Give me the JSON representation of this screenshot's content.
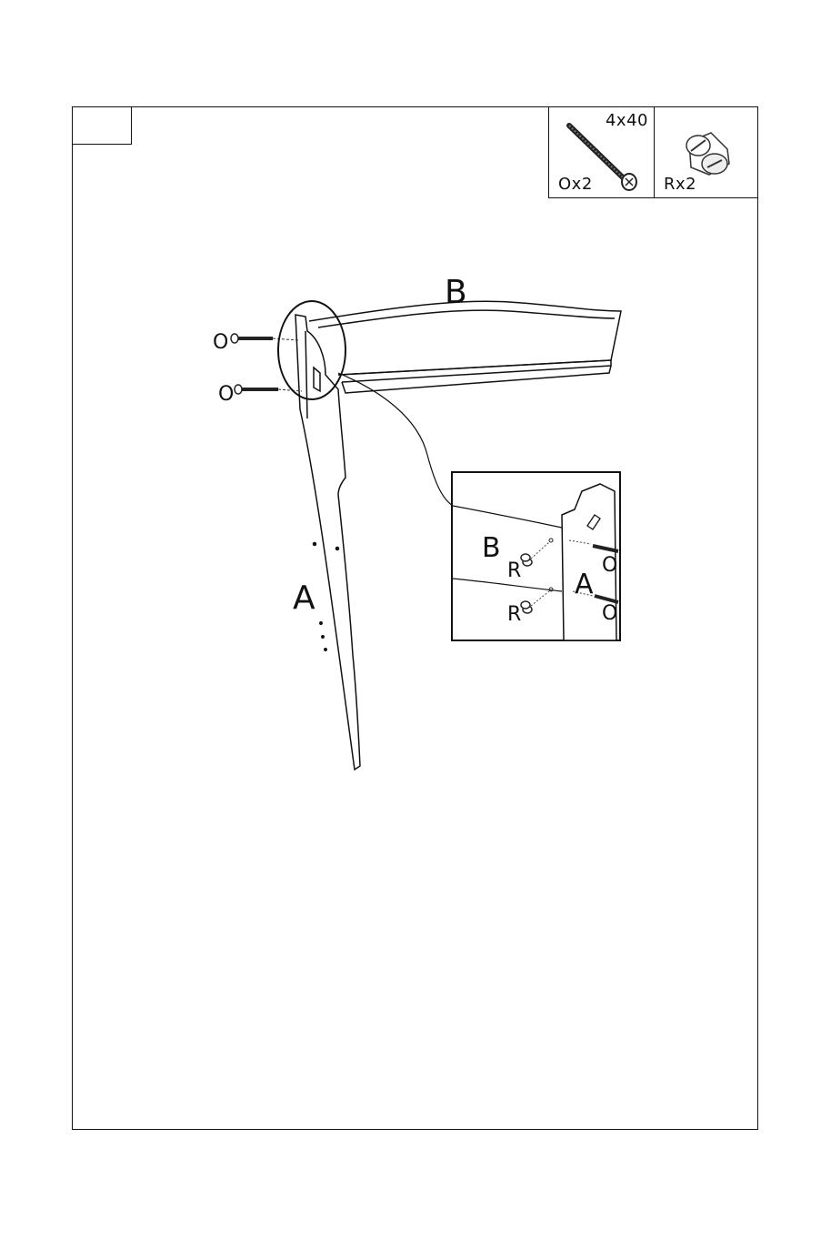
{
  "step": {
    "number": ""
  },
  "parts": [
    {
      "code": "O",
      "dimension": "4x40",
      "quantity": "Ox2",
      "icon": "screw-icon"
    },
    {
      "code": "R",
      "dimension": "",
      "quantity": "Rx2",
      "icon": "cam-nut-icon"
    }
  ],
  "labels": {
    "panel_a": "A",
    "panel_b": "B",
    "screw_o": "O",
    "cam_r": "R"
  }
}
